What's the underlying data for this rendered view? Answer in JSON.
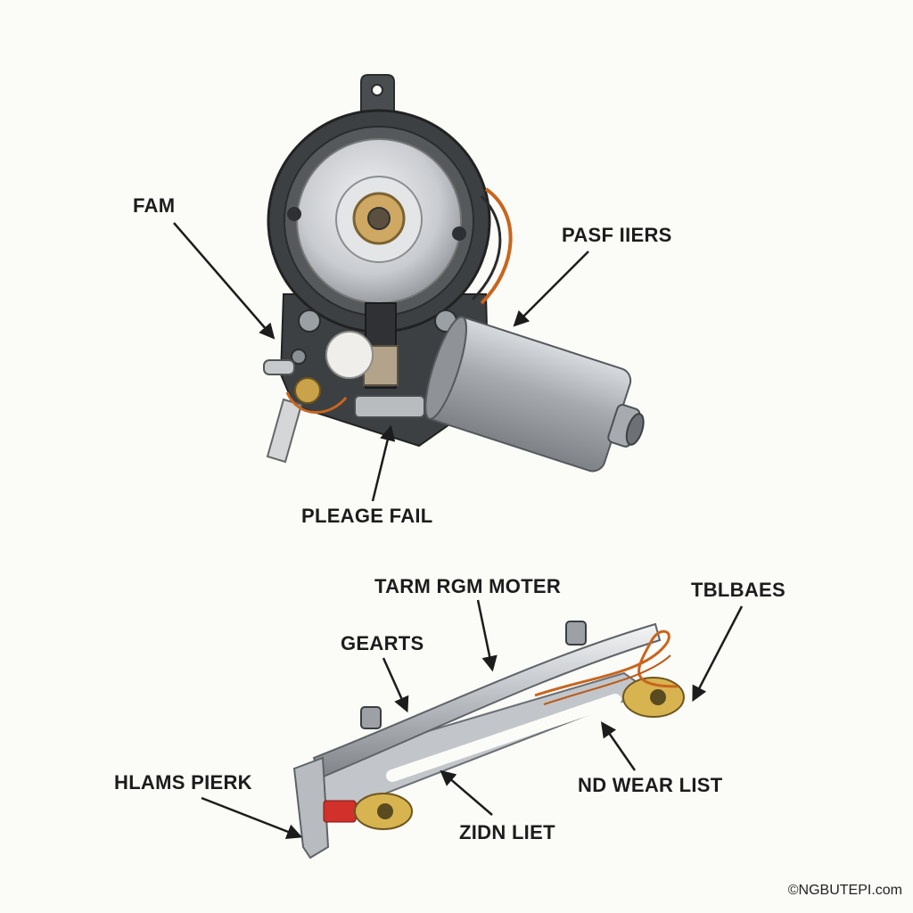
{
  "labels": {
    "fam": "FAM",
    "pasf_iiers": "PASF IIERS",
    "pleage_fail": "PLEAGE FAIL",
    "tarm_rgm_moter": "TARM RGM MOTER",
    "tblbaes": "TBLBAES",
    "gearts": "GEARTS",
    "hlams_pierk": "HLAMS PIERK",
    "nd_wear_list": "ND WEAR LIST",
    "zidn_liet": "ZIDN LIET"
  },
  "credit": "©NGBUTEPI.com",
  "colors": {
    "background": "#fbfbf8",
    "housing_dark": "#3d4043",
    "motor_can": "#a9adb2",
    "brass": "#c9a24a",
    "copper_wire": "#c8651e",
    "rail_chrome": "#c9ccd0",
    "red_tab": "#d2302a",
    "text": "#1c1c1c"
  }
}
